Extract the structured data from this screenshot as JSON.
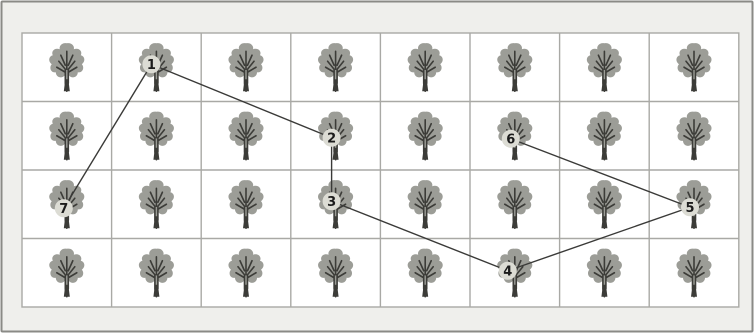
{
  "grid": {
    "rows": 4,
    "cols": 8,
    "cell_content": "tree-icon"
  },
  "colors": {
    "frame_border": "#8a8a86",
    "frame_fill": "#efefec",
    "cell_fill": "#ffffff",
    "grid_line": "#a9a9a5",
    "foliage": "#9c9d97",
    "trunk": "#3c3c38",
    "path_line": "#3a3a38",
    "marker_fill": "#dcdcd4",
    "marker_text": "#1c1c1c"
  },
  "path": {
    "order": [
      "1",
      "2",
      "3",
      "4",
      "5",
      "6"
    ],
    "closing_segment": [
      "1",
      "7"
    ]
  },
  "markers": [
    {
      "label": "1",
      "row": 0,
      "col": 1
    },
    {
      "label": "2",
      "row": 1,
      "col": 3
    },
    {
      "label": "3",
      "row": 2,
      "col": 3
    },
    {
      "label": "4",
      "row": 3,
      "col": 5
    },
    {
      "label": "5",
      "row": 2,
      "col": 7
    },
    {
      "label": "6",
      "row": 1,
      "col": 5
    },
    {
      "label": "7",
      "row": 2,
      "col": 0
    }
  ]
}
